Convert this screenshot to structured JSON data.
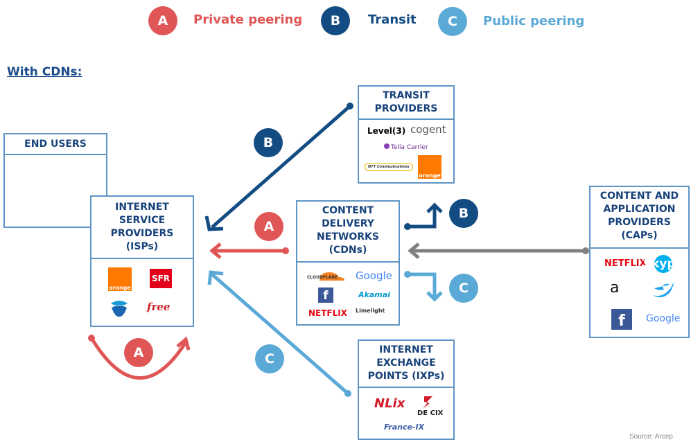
{
  "legend": [
    {
      "letter": "A",
      "label": "Private peering"
    },
    {
      "letter": "B",
      "label": "Transit"
    },
    {
      "letter": "C",
      "label": "Public peering"
    }
  ],
  "section_title": "With CDNs:",
  "boxes": {
    "end_users": {
      "title": "END USERS"
    },
    "isp": {
      "title": "INTERNET\nSERVICE\nPROVIDERS\n(ISPs)",
      "logos": [
        "orange",
        "SFR",
        "Bouygues",
        "free"
      ]
    },
    "transit": {
      "title": "TRANSIT\nPROVIDERS",
      "logos": [
        "Level(3)",
        "cogent",
        "Telia Carrier",
        "NTT Communications",
        "orange"
      ]
    },
    "cdn": {
      "title": "CONTENT\nDELIVERY\nNETWORKS\n(CDNs)",
      "logos": [
        "CLOUDFLARE",
        "Google",
        "f",
        "Akamai",
        "NETFLIX",
        "Limelight"
      ]
    },
    "cap": {
      "title": "CONTENT AND\nAPPLICATION\nPROVIDERS\n(CAPs)",
      "logos": [
        "NETFLIX",
        "Skype",
        "a",
        "Twitter",
        "f",
        "Google"
      ]
    },
    "ixp": {
      "title": "INTERNET\nEXCHANGE\nPOINTS (IXPs)",
      "logos": [
        "NLix",
        "DE CIX",
        "France-IX"
      ]
    }
  },
  "badge_letters": {
    "a": "A",
    "b": "B",
    "c": "C"
  },
  "source": "Source: Arcep",
  "colors": {
    "private": "#e05656",
    "transit": "#124c82",
    "public": "#5aa9d6",
    "box_border": "#5f95c4",
    "title": "#17427a",
    "cap_arrow": "#808080"
  }
}
